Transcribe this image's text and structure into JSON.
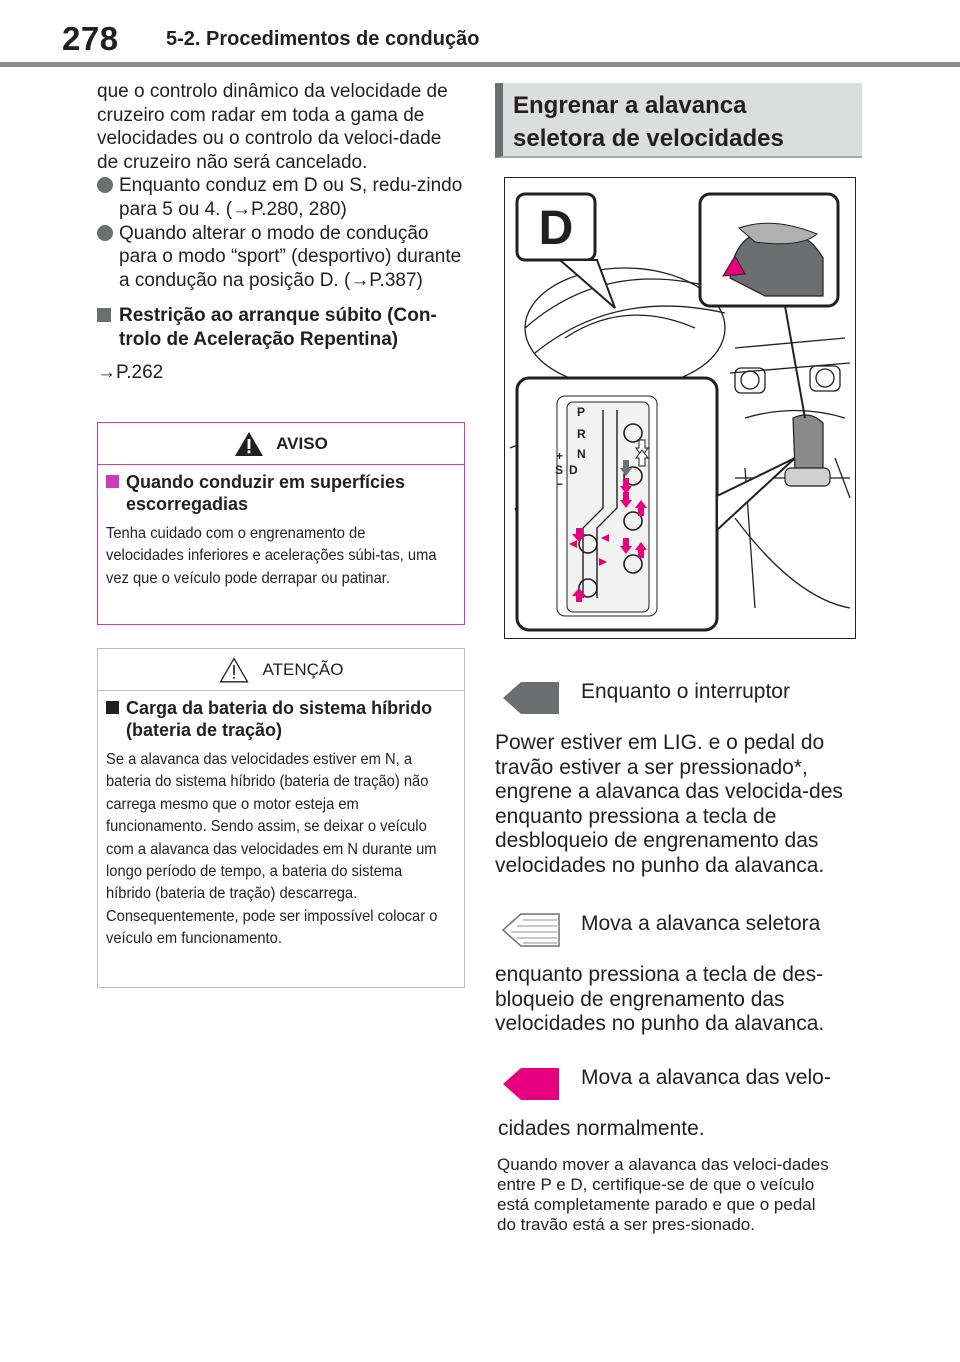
{
  "header": {
    "page_number": "278",
    "section": "5-2. Procedimentos de condução"
  },
  "left": {
    "intro": "que o controlo dinâmico da velocidade de cruzeiro com radar em toda a gama de velocidades ou o controlo da veloci-dade de cruzeiro não será cancelado.",
    "bullets": [
      "Enquanto conduz em D ou S, redu-zindo para 5 ou 4. (→P.280, 280)",
      "Quando alterar o modo de condução para o modo “sport” (desportivo) durante a condução na posição D. (→P.387)"
    ],
    "restriction_heading": "Restrição ao arranque súbito (Con-trolo de Aceleração Repentina)",
    "restriction_ref": "→P.262"
  },
  "warning": {
    "label": "AVISO",
    "subheading": "Quando conduzir em superfícies escorregadias",
    "text": "Tenha cuidado com o engrenamento de velocidades inferiores e acelerações súbi-tas, uma vez que o veículo pode derrapar ou patinar."
  },
  "caution": {
    "label": "ATENÇÃO",
    "subheading": "Carga da bateria do sistema híbrido (bateria de tração)",
    "text": "Se a alavanca das velocidades estiver em N, a bateria do sistema híbrido (bateria de tração) não carrega mesmo que o motor esteja em funcionamento. Sendo assim, se deixar o veículo com a alavanca das velocidades em N durante um longo período de tempo, a bateria do sistema híbrido (bateria de tração) descarrega. Consequentemente, pode ser impossível colocar o veículo em funcionamento."
  },
  "right": {
    "heading_line1": "Engrenar a alavanca",
    "heading_line2": "seletora de velocidades",
    "figure": {
      "badge": "D",
      "gate_labels": [
        "P",
        "R",
        "N",
        "D",
        "S",
        "+",
        "−"
      ]
    },
    "steps": [
      {
        "lead": "Enquanto o interruptor",
        "cont": "Power estiver em LIG. e o pedal do travão estiver a ser pressionado*, engrene a alavanca das velocida-des enquanto pressiona a tecla de desbloqueio de engrenamento das velocidades no punho da alavanca.",
        "arrow_color": "#6d6e71"
      },
      {
        "lead": "Mova a alavanca seletora",
        "cont": "enquanto pressiona a tecla de des-bloqueio de engrenamento das velocidades no punho da alavanca.",
        "arrow_color": "#ffffff"
      },
      {
        "lead": "Mova a alavanca das velo-",
        "cont": "cidades normalmente.",
        "arrow_color": "#e6007e"
      }
    ],
    "note": "Quando mover a alavanca das veloci-dades entre P e D, certifique-se de que o veículo está completamente parado e que o pedal do travão está a ser pres-sionado."
  },
  "colors": {
    "warning_accent": "#cc3bbf",
    "heading_bg": "#dcdddd",
    "heading_bar": "#6d6e71",
    "pink_arrow": "#e6007e"
  }
}
